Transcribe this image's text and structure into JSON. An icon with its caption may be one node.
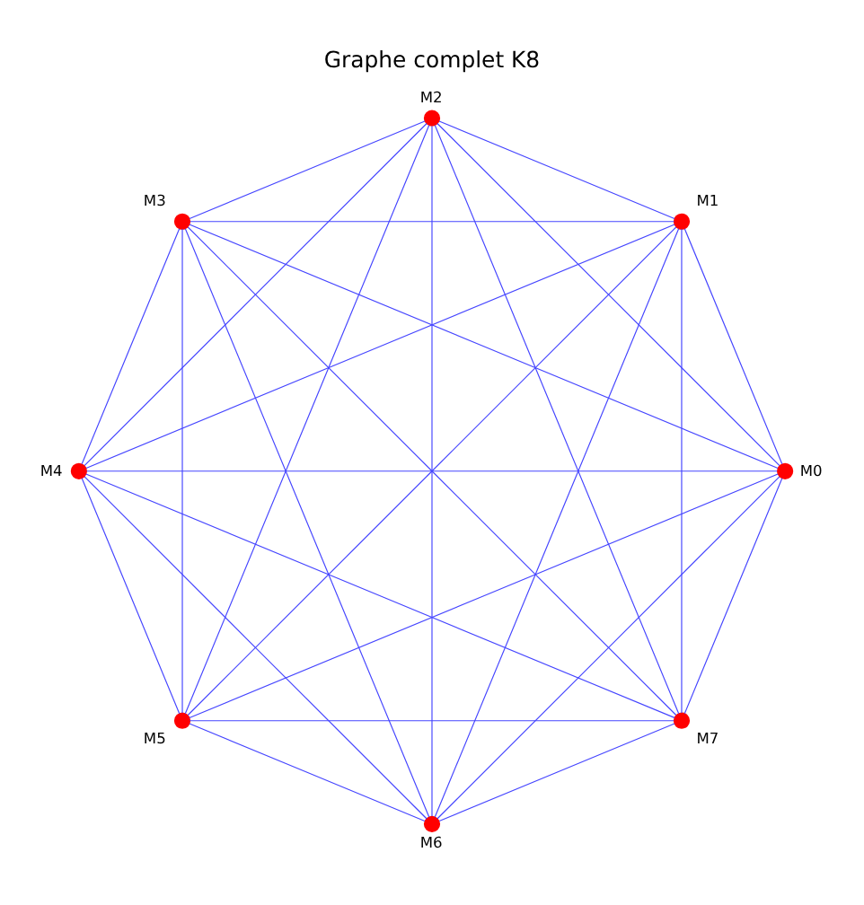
{
  "diagram": {
    "title": "Graphe complet K8",
    "nodes": [
      {
        "text": [],
        "shape": "circle",
        "beside": [
          "M0"
        ]
      },
      {
        "text": [],
        "shape": "circle",
        "beside": [
          "M1"
        ]
      },
      {
        "text": [],
        "shape": "circle",
        "beside": [
          "M2"
        ]
      },
      {
        "text": [],
        "shape": "circle",
        "beside": [
          "M3"
        ]
      },
      {
        "text": [],
        "shape": "circle",
        "beside": [
          "M4"
        ]
      },
      {
        "text": [],
        "shape": "circle",
        "beside": [
          "M5"
        ]
      },
      {
        "text": [],
        "shape": "circle",
        "beside": [
          "M6"
        ]
      },
      {
        "text": [],
        "shape": "circle",
        "beside": [
          "M7"
        ]
      }
    ],
    "edges": [
      {
        "from": 7,
        "to": 0,
        "arrow": "none"
      },
      {
        "from": 7,
        "to": 5,
        "arrow": "none"
      },
      {
        "from": 7,
        "to": 4,
        "arrow": "none"
      },
      {
        "from": 7,
        "to": 3,
        "arrow": "none"
      },
      {
        "from": 7,
        "to": 2,
        "arrow": "none"
      },
      {
        "from": 7,
        "to": 1,
        "arrow": "none"
      },
      {
        "from": 7,
        "to": 6,
        "arrow": "none"
      },
      {
        "from": 0,
        "to": 5,
        "arrow": "none"
      },
      {
        "from": 0,
        "to": 4,
        "arrow": "none"
      },
      {
        "from": 0,
        "to": 3,
        "arrow": "none"
      },
      {
        "from": 0,
        "to": 2,
        "arrow": "none"
      },
      {
        "from": 0,
        "to": 1,
        "arrow": "none"
      },
      {
        "from": 0,
        "to": 6,
        "arrow": "none"
      },
      {
        "from": 5,
        "to": 4,
        "arrow": "none"
      },
      {
        "from": 5,
        "to": 3,
        "arrow": "none"
      },
      {
        "from": 5,
        "to": 2,
        "arrow": "none"
      },
      {
        "from": 5,
        "to": 1,
        "arrow": "none"
      },
      {
        "from": 5,
        "to": 6,
        "arrow": "none"
      },
      {
        "from": 4,
        "to": 3,
        "arrow": "none"
      },
      {
        "from": 4,
        "to": 2,
        "arrow": "none"
      },
      {
        "from": 4,
        "to": 1,
        "arrow": "none"
      },
      {
        "from": 4,
        "to": 6,
        "arrow": "none"
      },
      {
        "from": 3,
        "to": 2,
        "arrow": "none"
      },
      {
        "from": 3,
        "to": 1,
        "arrow": "none"
      },
      {
        "from": 3,
        "to": 6,
        "arrow": "none"
      },
      {
        "from": 2,
        "to": 1,
        "arrow": "none"
      },
      {
        "from": 2,
        "to": 6,
        "arrow": "none"
      },
      {
        "from": 1,
        "to": 6,
        "arrow": "none"
      }
    ]
  }
}
